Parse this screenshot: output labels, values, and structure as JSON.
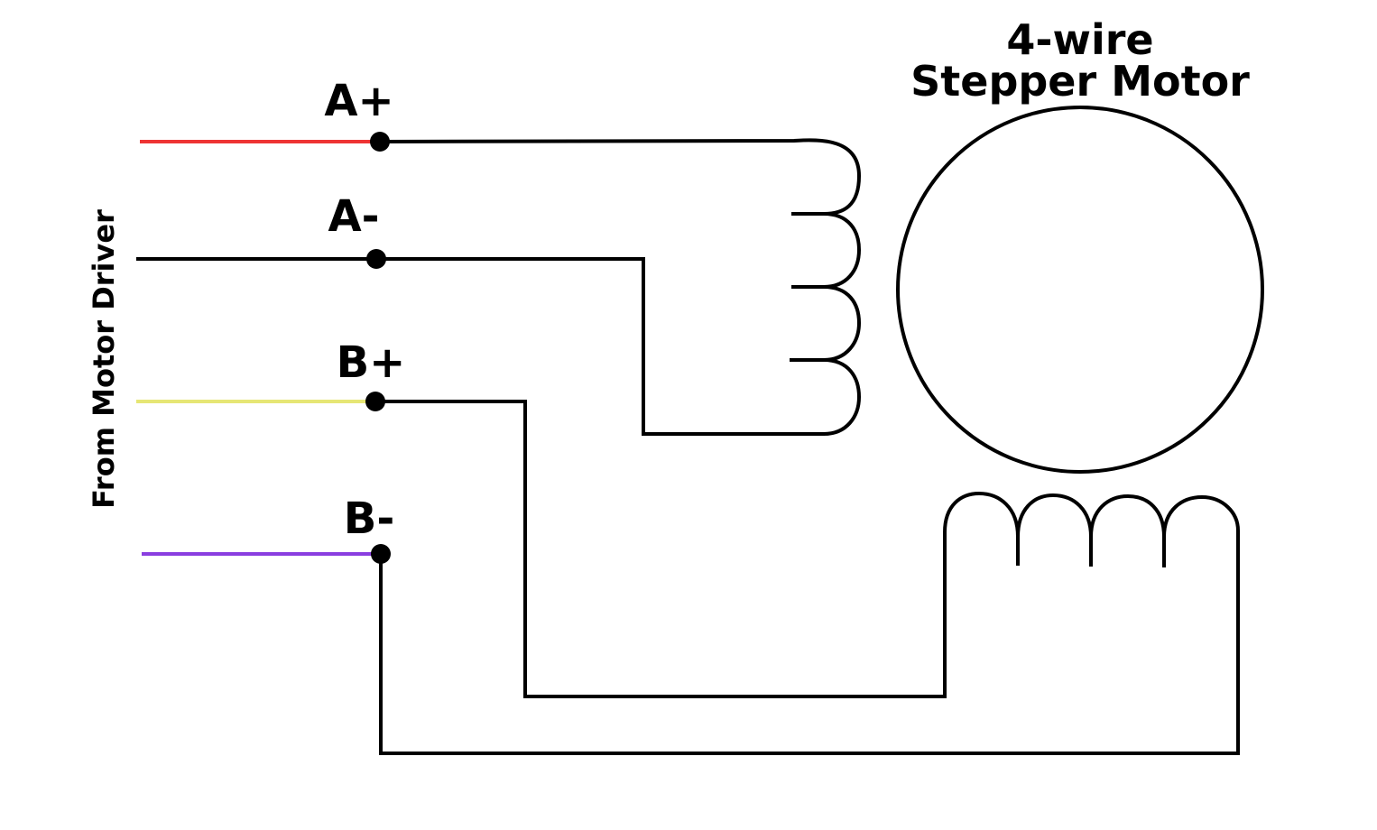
{
  "title": {
    "line1": "4-wire",
    "line2": "Stepper Motor"
  },
  "side_label": "From Motor Driver",
  "terminals": [
    {
      "label": "A+",
      "color": "#ee3333"
    },
    {
      "label": "A-",
      "color": "#000000"
    },
    {
      "label": "B+",
      "color": "#e6e675"
    },
    {
      "label": "B-",
      "color": "#8a3ee0"
    }
  ]
}
